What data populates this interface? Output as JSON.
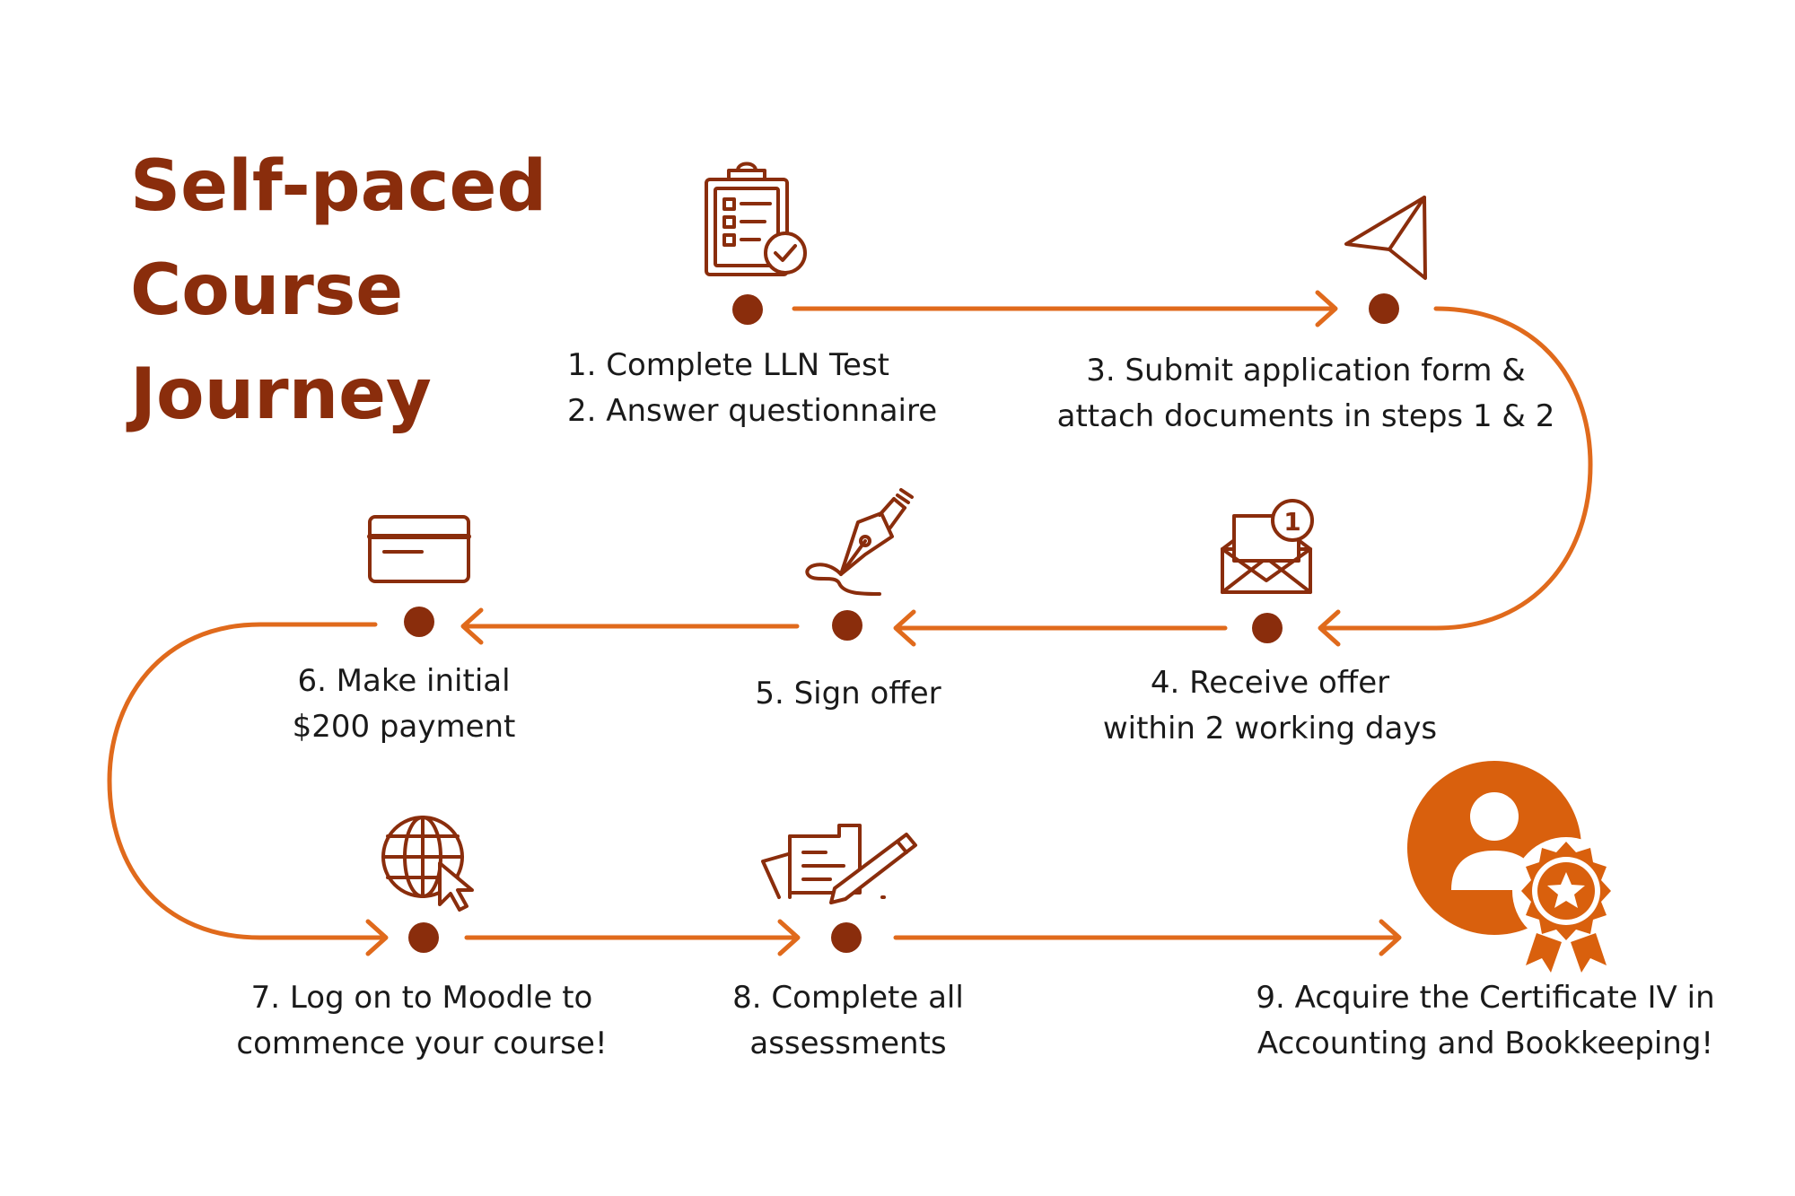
{
  "title": {
    "line1": "Self-paced",
    "line2": "Course",
    "line3": "Journey"
  },
  "colors": {
    "title": "#8a2d0c",
    "icon": "#8a2d0c",
    "arrow": "#e06a1c",
    "dot": "#8a2d0c",
    "badge": "#d9600d",
    "text": "#1a1a1a"
  },
  "steps": [
    {
      "icon": "clipboard-checklist-icon",
      "line1": "1. Complete LLN Test",
      "line2": "2. Answer questionnaire"
    },
    {
      "icon": "paper-plane-icon",
      "line1": "3. Submit application form &",
      "line2": "attach documents in steps 1 & 2"
    },
    {
      "icon": "envelope-notification-icon",
      "line1": "4. Receive offer",
      "line2": "within 2 working days",
      "badge": "1"
    },
    {
      "icon": "fountain-pen-signature-icon",
      "line1": "5. Sign offer"
    },
    {
      "icon": "credit-card-icon",
      "line1": "6. Make initial",
      "line2": "$200 payment"
    },
    {
      "icon": "globe-cursor-icon",
      "line1": "7. Log on to Moodle to",
      "line2": "commence your course!"
    },
    {
      "icon": "documents-pencil-icon",
      "line1": "8. Complete all",
      "line2": "assessments"
    },
    {
      "icon": "certificate-award-icon",
      "line1": "9. Acquire the Certificate IV in",
      "line2": "Accounting and Bookkeeping!"
    }
  ]
}
